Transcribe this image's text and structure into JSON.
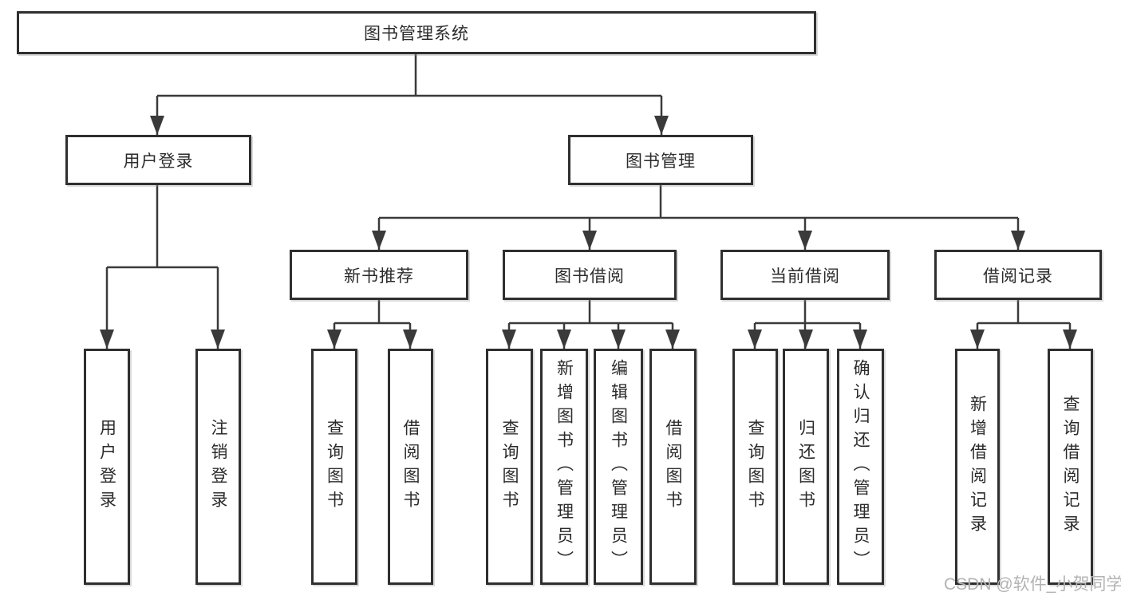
{
  "tree": {
    "label": "图书管理系统",
    "children": [
      {
        "label": "用户登录",
        "children": [
          {
            "label": "用户登录"
          },
          {
            "label": "注销登录"
          }
        ]
      },
      {
        "label": "图书管理",
        "children": [
          {
            "label": "新书推荐",
            "children": [
              {
                "label": "查询图书"
              },
              {
                "label": "借阅图书"
              }
            ]
          },
          {
            "label": "图书借阅",
            "children": [
              {
                "label": "查询图书"
              },
              {
                "label": "新增图书（管理员）"
              },
              {
                "label": "编辑图书（管理员）"
              },
              {
                "label": "借阅图书"
              }
            ]
          },
          {
            "label": "当前借阅",
            "children": [
              {
                "label": "查询图书"
              },
              {
                "label": "归还图书"
              },
              {
                "label": "确认归还（管理员）"
              }
            ]
          },
          {
            "label": "借阅记录",
            "children": [
              {
                "label": "新增借阅记录"
              },
              {
                "label": "查询借阅记录"
              }
            ]
          }
        ]
      }
    ]
  },
  "watermark": {
    "text": "CSDN @软件_小贺同学"
  },
  "colors": {
    "line": "#3a3a3a",
    "box_border": "#2f2f2f",
    "box_fill": "#ffffff",
    "text": "#2b2b2b",
    "watermark": "#b3b3b3",
    "background": "#ffffff"
  }
}
